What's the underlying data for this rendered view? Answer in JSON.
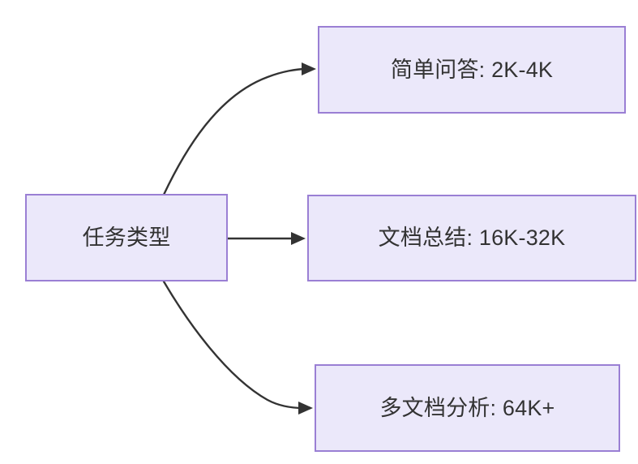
{
  "diagram": {
    "type": "flowchart",
    "direction": "left-to-right",
    "background_color": "#ffffff",
    "node_fill_color": "#ebe8fa",
    "node_border_color": "#9a7fd4",
    "node_text_color": "#333333",
    "edge_color": "#333333",
    "nodes": [
      {
        "id": "root",
        "label": "任务类型"
      },
      {
        "id": "simple_qa",
        "label": "简单问答: 2K-4K"
      },
      {
        "id": "doc_summary",
        "label": "文档总结: 16K-32K"
      },
      {
        "id": "multi_doc",
        "label": "多文档分析: 64K+"
      }
    ],
    "edges": [
      {
        "from": "root",
        "to": "simple_qa",
        "label": "",
        "style": "curved-arrow"
      },
      {
        "from": "root",
        "to": "doc_summary",
        "label": "",
        "style": "straight-arrow"
      },
      {
        "from": "root",
        "to": "multi_doc",
        "label": "",
        "style": "curved-arrow"
      }
    ]
  }
}
